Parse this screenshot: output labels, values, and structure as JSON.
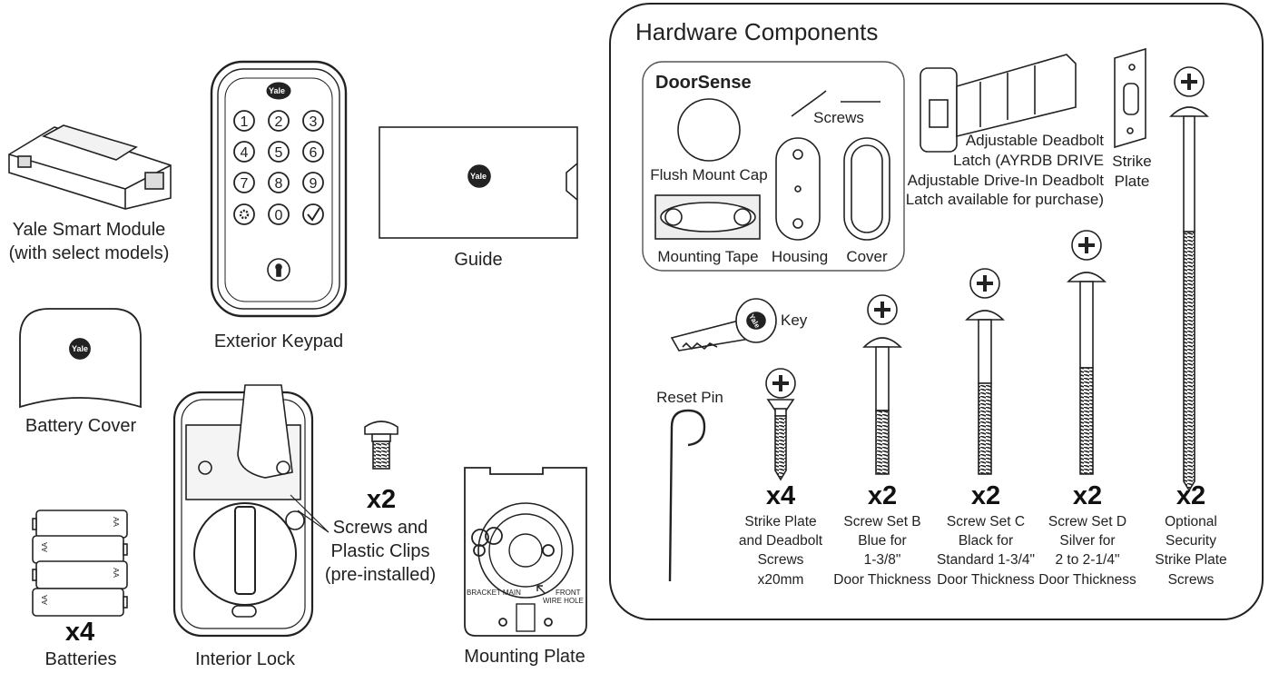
{
  "left_items": {
    "smart_module": {
      "line1": "Yale Smart Module",
      "line2": "(with select models)"
    },
    "exterior_keypad": {
      "label": "Exterior Keypad",
      "logo": "Yale",
      "keys": [
        "1",
        "2",
        "3",
        "4",
        "5",
        "6",
        "7",
        "8",
        "9",
        "",
        "0",
        ""
      ]
    },
    "guide": {
      "label": "Guide",
      "logo": "Yale"
    },
    "battery_cover": {
      "label": "Battery Cover",
      "logo": "Yale"
    },
    "interior_lock": {
      "label": "Interior Lock"
    },
    "screws_clips": {
      "qty": "x2",
      "line1": "Screws and",
      "line2": "Plastic Clips",
      "line3": "(pre-installed)"
    },
    "batteries": {
      "qty": "x4",
      "label": "Batteries",
      "cell": "AA"
    },
    "mounting_plate": {
      "label": "Mounting Plate",
      "bracket_main": "BRACKET MAIN",
      "front": "FRONT",
      "wire_hole": "WIRE HOLE"
    }
  },
  "hardware": {
    "title": "Hardware Components",
    "doorsense": {
      "title": "DoorSense",
      "screws": "Screws",
      "flush_cap": "Flush Mount Cap",
      "tape": "Mounting Tape",
      "housing": "Housing",
      "cover": "Cover"
    },
    "latch": {
      "line1": "Adjustable Deadbolt",
      "line2": "Latch  (AYRDB DRIVE",
      "line3": "Adjustable Drive-In Deadbolt",
      "line4": "Latch available for purchase)"
    },
    "strike": {
      "line1": "Strike",
      "line2": "Plate"
    },
    "key": {
      "label": "Key",
      "logo": "Yale"
    },
    "reset_pin": {
      "label": "Reset Pin"
    },
    "screw_sets": [
      {
        "qty": "x4",
        "lines": [
          "Strike Plate",
          "and Deadbolt",
          "Screws",
          "x20mm"
        ]
      },
      {
        "qty": "x2",
        "lines": [
          "Screw Set B",
          "Blue for",
          "1-3/8\"",
          "Door Thickness"
        ]
      },
      {
        "qty": "x2",
        "lines": [
          "Screw Set C",
          "Black for",
          "Standard 1-3/4\"",
          "Door Thickness"
        ]
      },
      {
        "qty": "x2",
        "lines": [
          "Screw Set D",
          "Silver for",
          "2 to 2-1/4\"",
          "Door Thickness"
        ]
      },
      {
        "qty": "x2",
        "lines": [
          "Optional",
          "Security",
          "Strike Plate",
          "Screws"
        ]
      }
    ]
  }
}
